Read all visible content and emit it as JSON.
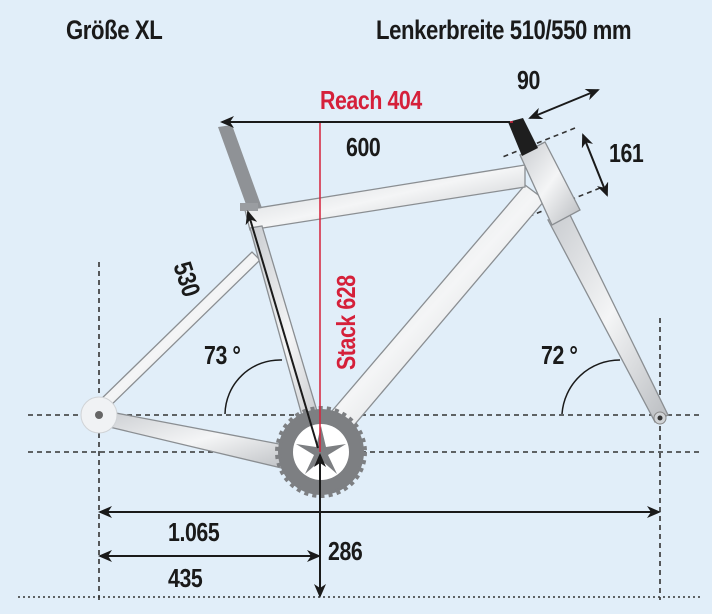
{
  "header": {
    "size_label": "Größe XL",
    "handlebar_label": "Lenkerbreite 510/550 mm"
  },
  "measurements": {
    "reach": "Reach 404",
    "stack": "Stack 628",
    "top_tube": "600",
    "stem_length": "90",
    "head_tube": "161",
    "seat_tube": "530",
    "seat_angle": "73 °",
    "head_angle": "72 °",
    "wheelbase": "1.065",
    "chainstay": "435",
    "bb_height": "286"
  },
  "colors": {
    "background": "#e1eef9",
    "accent_red": "#d5203a",
    "text": "#1a1a1a",
    "tube": "#d0d3d6",
    "tube_stroke": "#8a8e92",
    "chainring": "#7d7f82"
  }
}
